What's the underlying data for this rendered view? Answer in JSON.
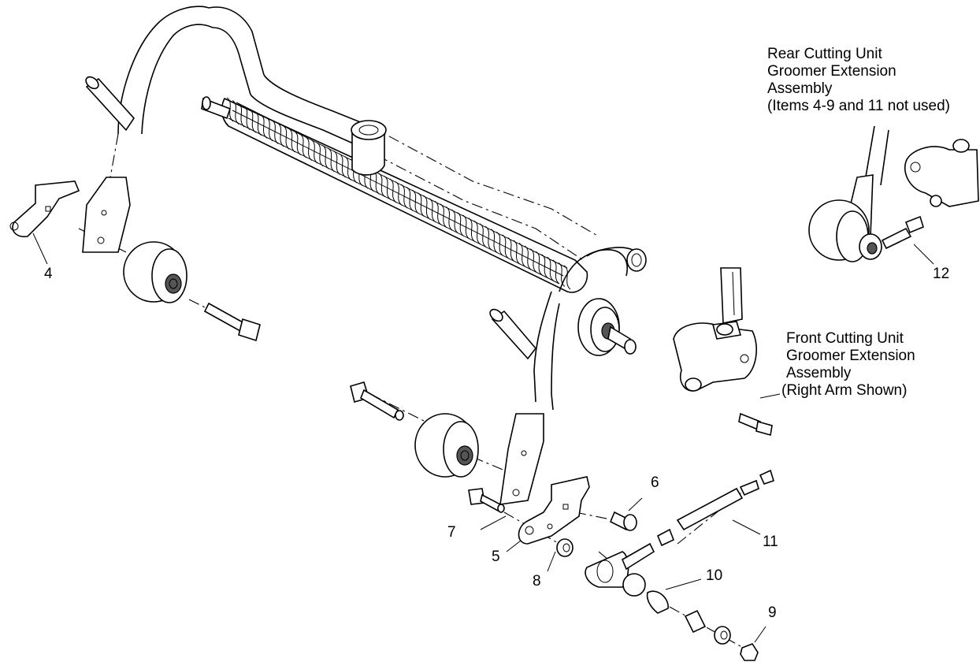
{
  "rear_assembly": {
    "line1": "Rear Cutting Unit",
    "line2": "Groomer Extension",
    "line3": "Assembly",
    "line4": "(Items 4-9 and 11 not used)"
  },
  "front_assembly": {
    "line1": "Front Cutting Unit",
    "line2": "Groomer Extension",
    "line3": "Assembly",
    "line4": "(Right Arm Shown)"
  },
  "callouts": {
    "c4": "4",
    "c5": "5",
    "c6": "6",
    "c7": "7",
    "c8": "8",
    "c9": "9",
    "c10": "10",
    "c11": "11",
    "c12": "12"
  }
}
